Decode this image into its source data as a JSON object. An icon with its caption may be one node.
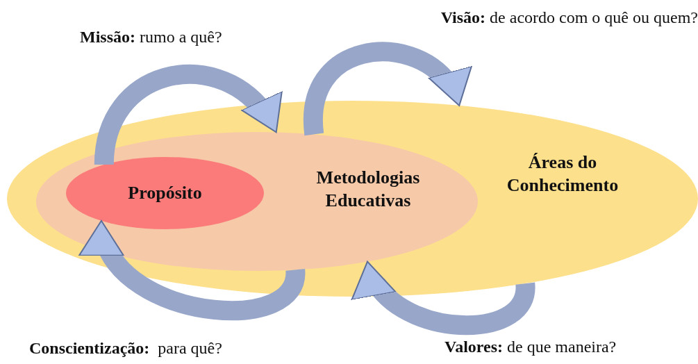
{
  "diagram": {
    "nodes": [
      {
        "text": [
          "Áreas do Conhecimento"
        ]
      },
      {
        "text": [
          "Metodologias Educativas"
        ],
        "in": 0
      },
      {
        "text": [
          "Propósito"
        ],
        "in": 1
      }
    ],
    "edges": [
      {
        "from": 2,
        "to": 1,
        "arrow": "to"
      },
      {
        "from": 1,
        "to": 0,
        "arrow": "to"
      },
      {
        "from": 0,
        "to": 1,
        "arrow": "to"
      },
      {
        "from": 1,
        "to": 2,
        "arrow": "to"
      }
    ],
    "labels": [
      "**Missão:** rumo a quê?",
      "**Visão:** de acordo com o quê ou quem?",
      "**Conscientização:**  para quê?",
      "**Valores:** de que maneira?"
    ]
  }
}
